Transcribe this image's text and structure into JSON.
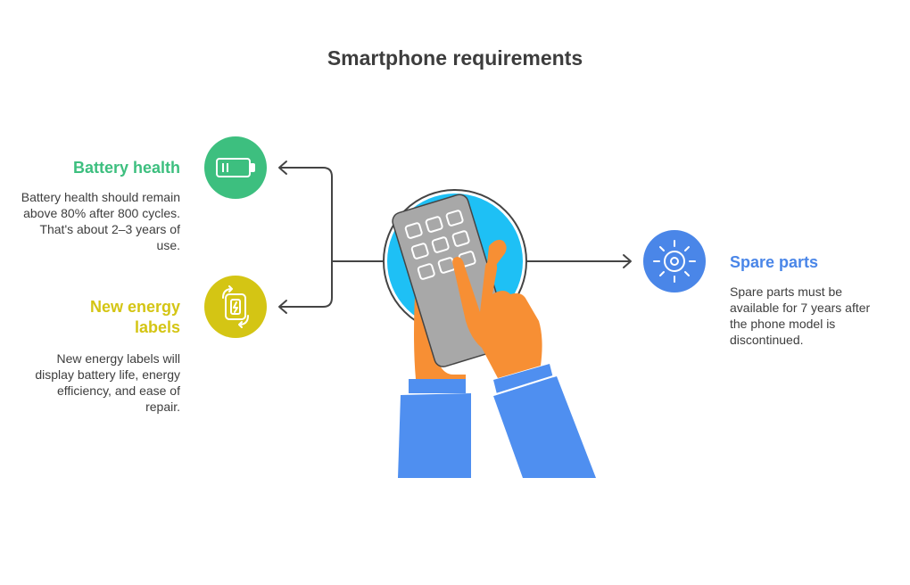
{
  "title": "Smartphone requirements",
  "colors": {
    "battery": "#3dbf7f",
    "energy": "#d4c514",
    "spare": "#4a86e8",
    "screen": "#1ec0f5",
    "hand": "#f78f34",
    "sleeve": "#4f8ff0",
    "device": "#a8a8a8",
    "line": "#444444",
    "text": "#3d3d3d"
  },
  "items": {
    "battery": {
      "heading": "Battery health",
      "text": "Battery health should remain above 80% after 800 cycles. That's about 2–3 years of use.",
      "icon": "battery-icon"
    },
    "energy": {
      "heading": "New energy labels",
      "text": "New energy labels will display battery life, energy efficiency, and ease of repair.",
      "icon": "energy-label-icon"
    },
    "spare": {
      "heading": "Spare parts",
      "text": "Spare parts must be available for 7 years after the phone model is discontinued.",
      "icon": "gear-icon"
    }
  }
}
